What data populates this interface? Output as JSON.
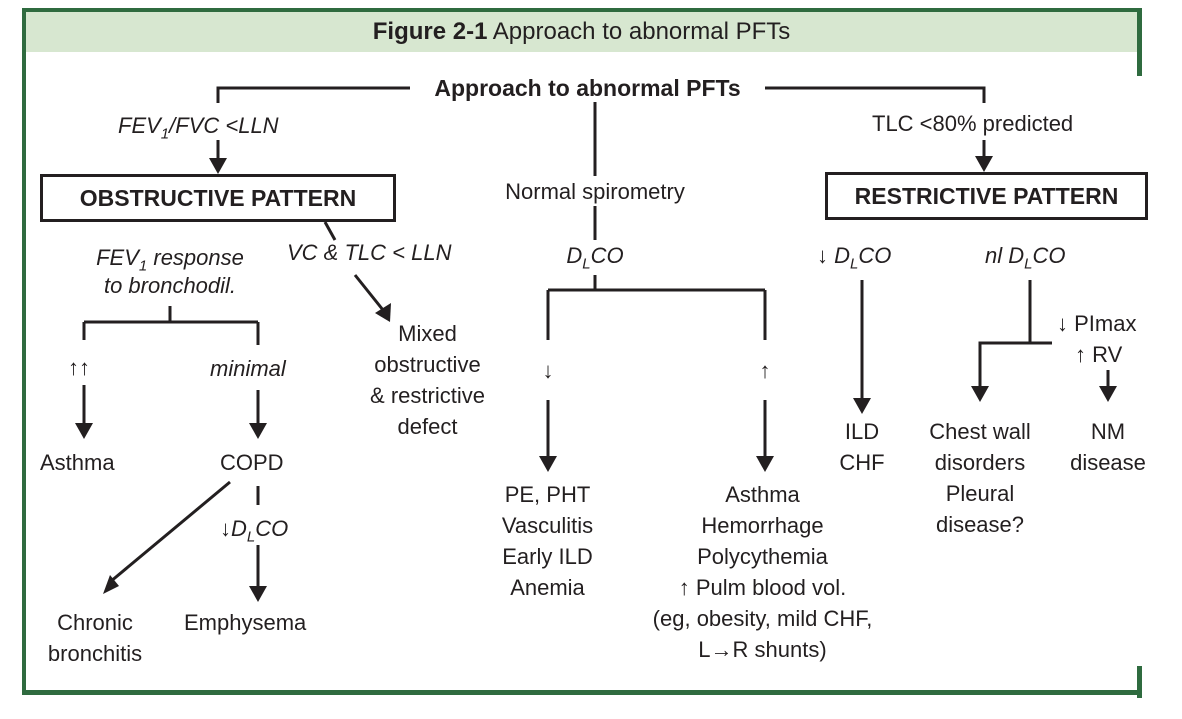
{
  "figure": {
    "label": "Figure 2-1",
    "title": "Approach to abnormal PFTs"
  },
  "root": "Approach to abnormal PFTs",
  "left_branch": {
    "cond_pre": "FEV",
    "cond_sub": "1",
    "cond_post": "/FVC <LLN"
  },
  "right_branch": {
    "cond": "TLC <80% predicted"
  },
  "middle": {
    "normal": "Normal spirometry",
    "dlco_pre": "D",
    "dlco_sub": "L",
    "dlco_post": "CO",
    "down": "↓",
    "up": "↑",
    "down_list": [
      "PE, PHT",
      "Vasculitis",
      "Early ILD",
      "Anemia"
    ],
    "up_list": [
      "Asthma",
      "Hemorrhage",
      "Polycythemia",
      "↑ Pulm blood vol.",
      "(eg, obesity, mild CHF,",
      "L→R shunts)"
    ]
  },
  "obstructive": {
    "title": "OBSTRUCTIVE PATTERN",
    "response_line1_pre": "FEV",
    "response_line1_sub": "1",
    "response_line1_post": " response",
    "response_line2": "to bronchodil.",
    "vc_tlc": "VC & TLC < LLN",
    "mixed": [
      "Mixed",
      "obstructive",
      "& restrictive",
      "defect"
    ],
    "uparrows": "↑↑",
    "minimal": "minimal",
    "asthma": "Asthma",
    "copd": "COPD",
    "copd_dlco_pre": "↓D",
    "copd_dlco_sub": "L",
    "copd_dlco_post": "CO",
    "chronic": [
      "Chronic",
      "bronchitis"
    ],
    "emphysema": "Emphysema"
  },
  "restrictive": {
    "title": "RESTRICTIVE PATTERN",
    "low_dlco_pre": "↓ D",
    "low_dlco_sub": "L",
    "low_dlco_post": "CO",
    "nl_dlco_pre": "nl D",
    "nl_dlco_sub": "L",
    "nl_dlco_post": "CO",
    "ild_chf": [
      "ILD",
      "CHF"
    ],
    "pimax": "↓ PImax",
    "rv": "↑ RV",
    "chest": [
      "Chest wall",
      "disorders",
      "Pleural",
      "disease?"
    ],
    "nm": [
      "NM",
      "disease"
    ]
  }
}
